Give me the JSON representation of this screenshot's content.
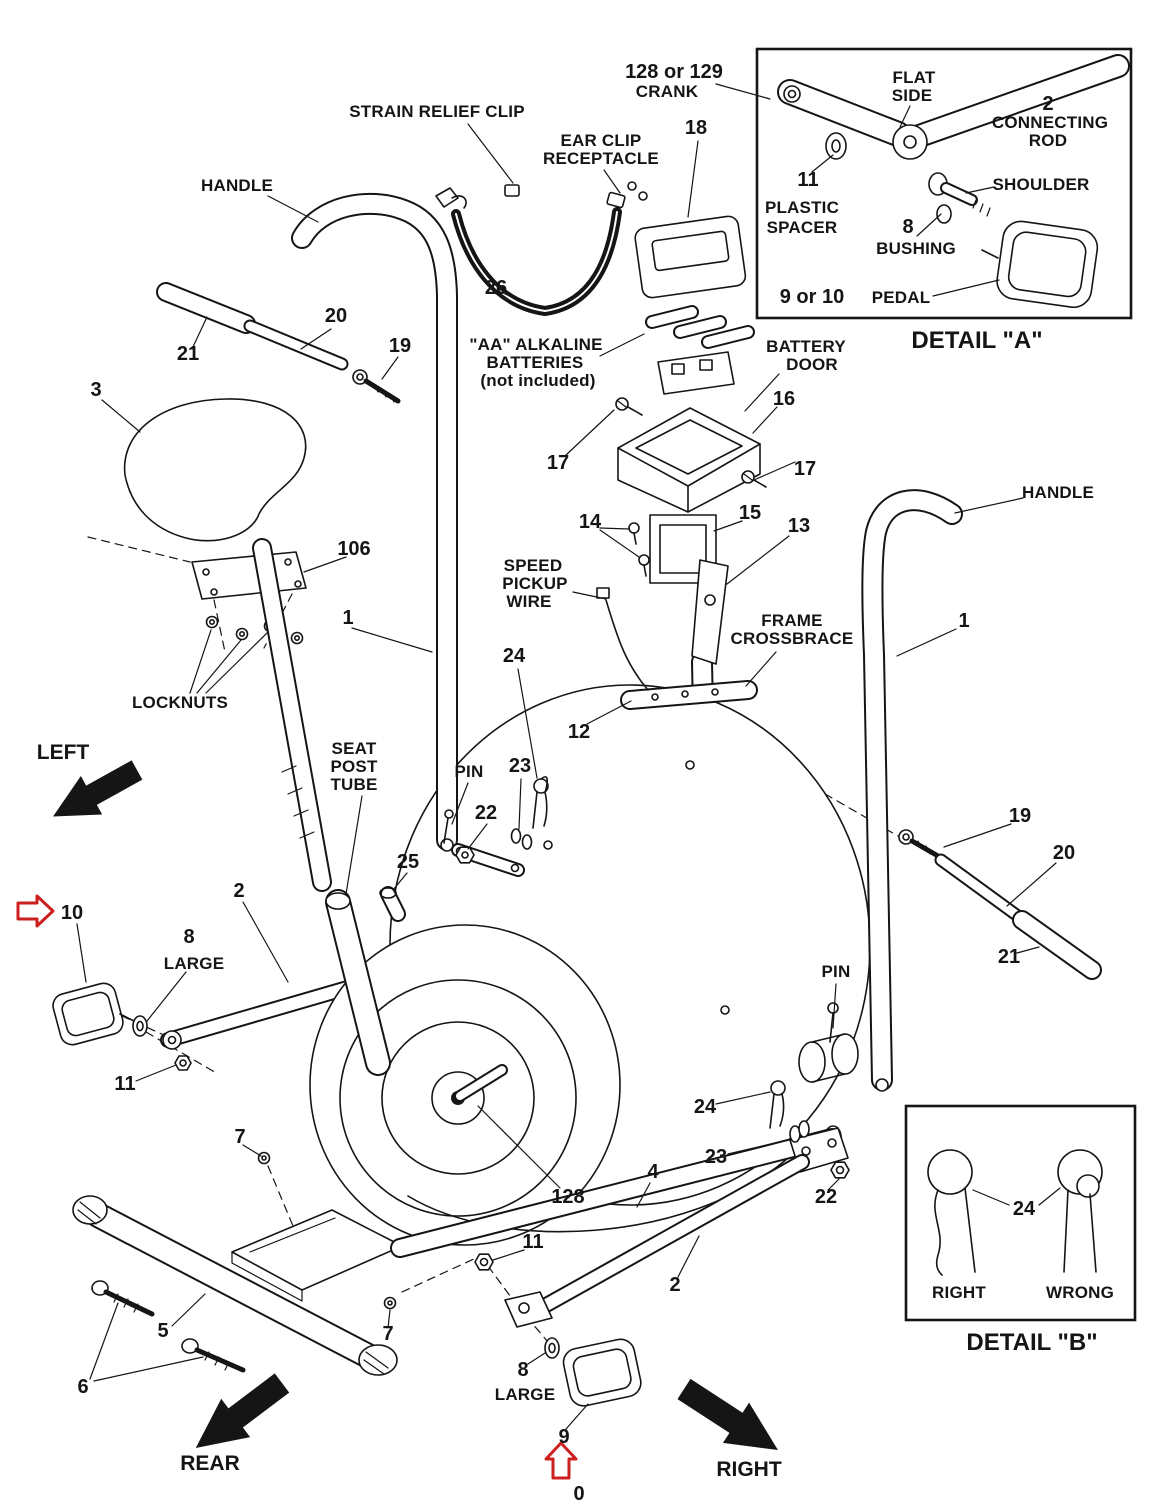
{
  "colors": {
    "line": "#151515",
    "highlight": "#cc2020",
    "background": "#ffffff"
  },
  "labels": {
    "strain_relief_clip": "STRAIN RELIEF CLIP",
    "ear_clip_1": "EAR CLIP",
    "ear_clip_2": "RECEPTACLE",
    "num_18": "18",
    "handle_left": "HANDLE",
    "num_26": "26",
    "num_20_top": "20",
    "num_19_top": "19",
    "num_21_top": "21",
    "num_3": "3",
    "batteries_1": "\"AA\" ALKALINE",
    "batteries_2": "BATTERIES",
    "batteries_3": "(not included)",
    "battery_door_1": "BATTERY",
    "battery_door_2": "DOOR",
    "num_16": "16",
    "num_17_left": "17",
    "num_17_right": "17",
    "num_106": "106",
    "num_14": "14",
    "num_15": "15",
    "num_13": "13",
    "speed_1": "SPEED",
    "speed_2": "PICKUP",
    "speed_3": "WIRE",
    "num_1_left": "1",
    "crossbrace_1": "FRAME",
    "crossbrace_2": "CROSSBRACE",
    "handle_right": "HANDLE",
    "num_1_right": "1",
    "locknuts": "LOCKNUTS",
    "num_24_mid": "24",
    "num_12": "12",
    "seat_1": "SEAT",
    "seat_2": "POST",
    "seat_3": "TUBE",
    "pin_left": "PIN",
    "num_23_mid": "23",
    "num_22_mid": "22",
    "num_25": "25",
    "num_19_right": "19",
    "num_20_right": "20",
    "num_21_right": "21",
    "num_10": "10",
    "num_8_left": "8",
    "large_left": "LARGE",
    "num_2_left": "2",
    "num_11_left": "11",
    "pin_right": "PIN",
    "num_24_right": "24",
    "num_23_right": "23",
    "num_22_right": "22",
    "num_7_upper": "7",
    "num_128": "128",
    "num_4": "4",
    "num_5": "5",
    "num_7_lower": "7",
    "num_11_bottom": "11",
    "num_6": "6",
    "num_2_bottom": "2",
    "num_8_bottom": "8",
    "large_bottom": "LARGE",
    "num_9": "9",
    "bottom_partial": "0"
  },
  "detail_a": {
    "title": "DETAIL \"A\"",
    "crank_num": "128 or 129",
    "crank": "CRANK",
    "flat_1": "FLAT",
    "flat_2": "SIDE",
    "rod_num": "2",
    "rod_1": "CONNECTING",
    "rod_2": "ROD",
    "spacer_num": "11",
    "spacer_1": "PLASTIC",
    "spacer_2": "SPACER",
    "shoulder": "SHOULDER",
    "bushing_num": "8",
    "bushing": "BUSHING",
    "pedal_num": "9 or 10",
    "pedal": "PEDAL"
  },
  "detail_b": {
    "title": "DETAIL \"B\"",
    "pin_num": "24",
    "right": "RIGHT",
    "wrong": "WRONG"
  },
  "directions": {
    "left": "LEFT",
    "rear": "REAR",
    "right": "RIGHT"
  }
}
